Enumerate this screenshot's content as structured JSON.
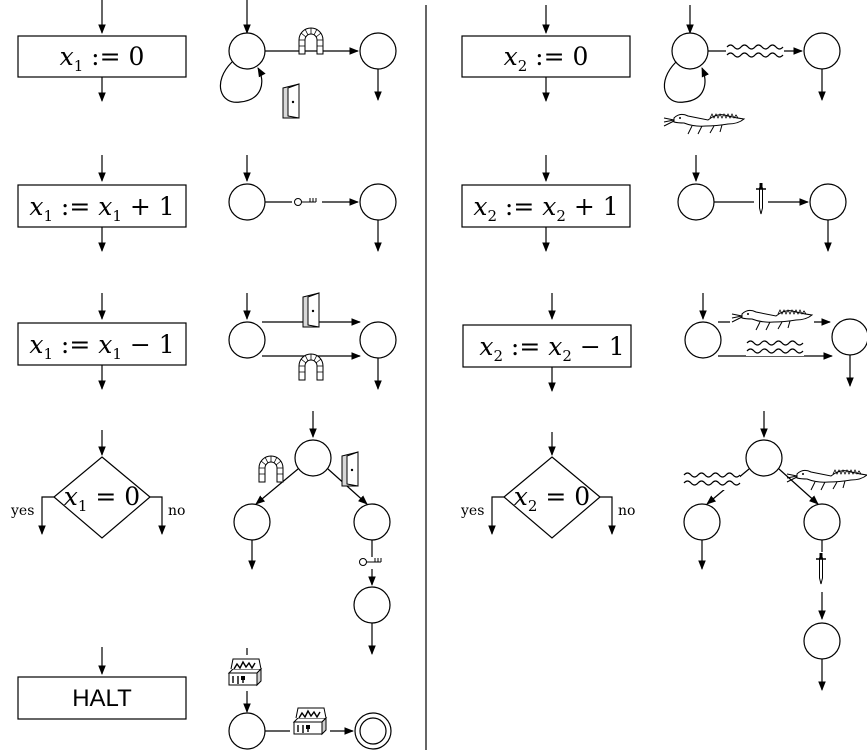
{
  "register_1": {
    "assign_zero": {
      "var": "x",
      "idx": "1",
      "rest": " := 0"
    },
    "increment": {
      "var": "x",
      "idx": "1",
      "mid": " := ",
      "var2": "x",
      "idx2": "1",
      "rest": " + 1"
    },
    "decrement": {
      "var": "x",
      "idx": "1",
      "mid": " := ",
      "var2": "x",
      "idx2": "1",
      "rest": " − 1"
    },
    "test": {
      "var": "x",
      "idx": "1",
      "rest": " = 0"
    }
  },
  "register_2": {
    "assign_zero": {
      "var": "x",
      "idx": "2",
      "rest": " := 0"
    },
    "increment": {
      "var": "x",
      "idx": "2",
      "mid": " := ",
      "var2": "x",
      "idx2": "2",
      "rest": " + 1"
    },
    "decrement": {
      "var": "x",
      "idx": "2",
      "mid": " := ",
      "var2": "x",
      "idx2": "2",
      "rest": " − 1"
    },
    "test": {
      "var": "x",
      "idx": "2",
      "rest": " = 0"
    }
  },
  "branch_labels": {
    "yes": "yes",
    "no": "no"
  },
  "halt_label": "HALT",
  "icons": {
    "register_1": [
      "arch-icon",
      "door-icon",
      "key-icon",
      "treasure-chest-icon"
    ],
    "register_2": [
      "wave-icon",
      "dragon-icon",
      "sword-icon"
    ]
  }
}
